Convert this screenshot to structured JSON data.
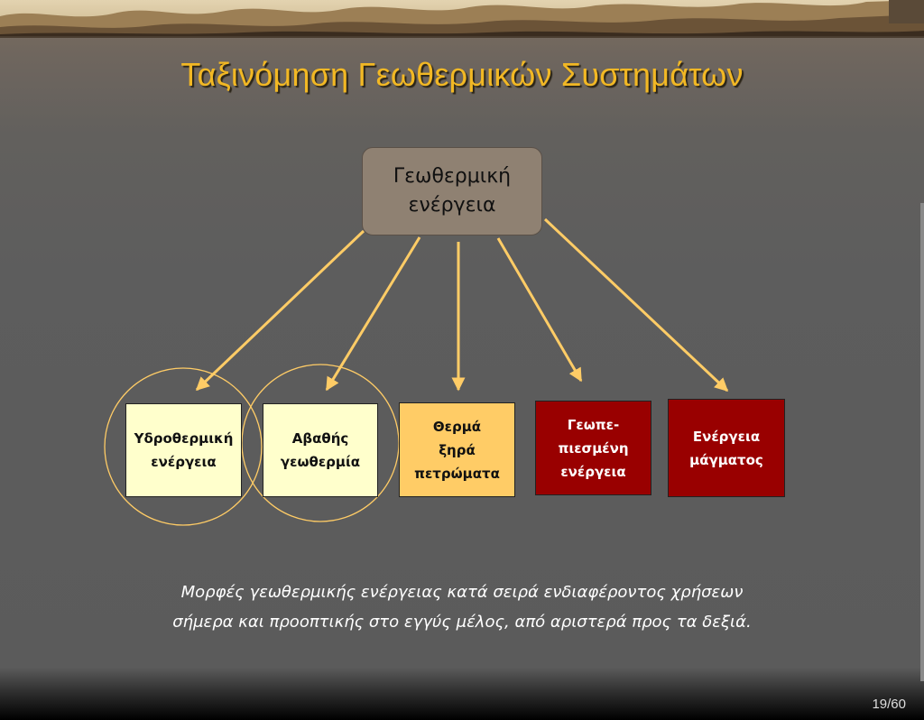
{
  "slide": {
    "title": "Ταξινόμηση Γεωθερμικών Συστημάτων",
    "root": {
      "line1": "Γεωθερμική",
      "line2": "ενέργεια"
    },
    "nodes": [
      {
        "label": "Υδροθερμική\nενέργεια",
        "fill": "#ffffcc",
        "text_color": "#111111",
        "circled": true
      },
      {
        "label": "Αβαθής\nγεωθερμία",
        "fill": "#ffffcc",
        "text_color": "#111111",
        "circled": true
      },
      {
        "label": "Θερμά\nξηρά\nπετρώματα",
        "fill": "#ffcc66",
        "text_color": "#111111",
        "circled": false
      },
      {
        "label": "Γεωπε-\nπιεσμένη\nενέργεια",
        "fill": "#990000",
        "text_color": "#ffffff",
        "circled": false
      },
      {
        "label": "Ενέργεια\nμάγματος",
        "fill": "#990000",
        "text_color": "#ffffff",
        "circled": false
      }
    ],
    "caption": {
      "line1": "Μορφές γεωθερμικής ενέργειας κατά σειρά ενδιαφέροντος χρήσεων",
      "line2": "σήμερα και προοπτικής στο εγγύς μέλος, από αριστερά προς τα δεξιά."
    },
    "page_number": "19/60"
  },
  "colors": {
    "title": "#f2b824",
    "arrow": "#ffcc66",
    "circle": "#ffcc66",
    "root_fill": "#8f8172",
    "background": "#5b5b5b"
  }
}
